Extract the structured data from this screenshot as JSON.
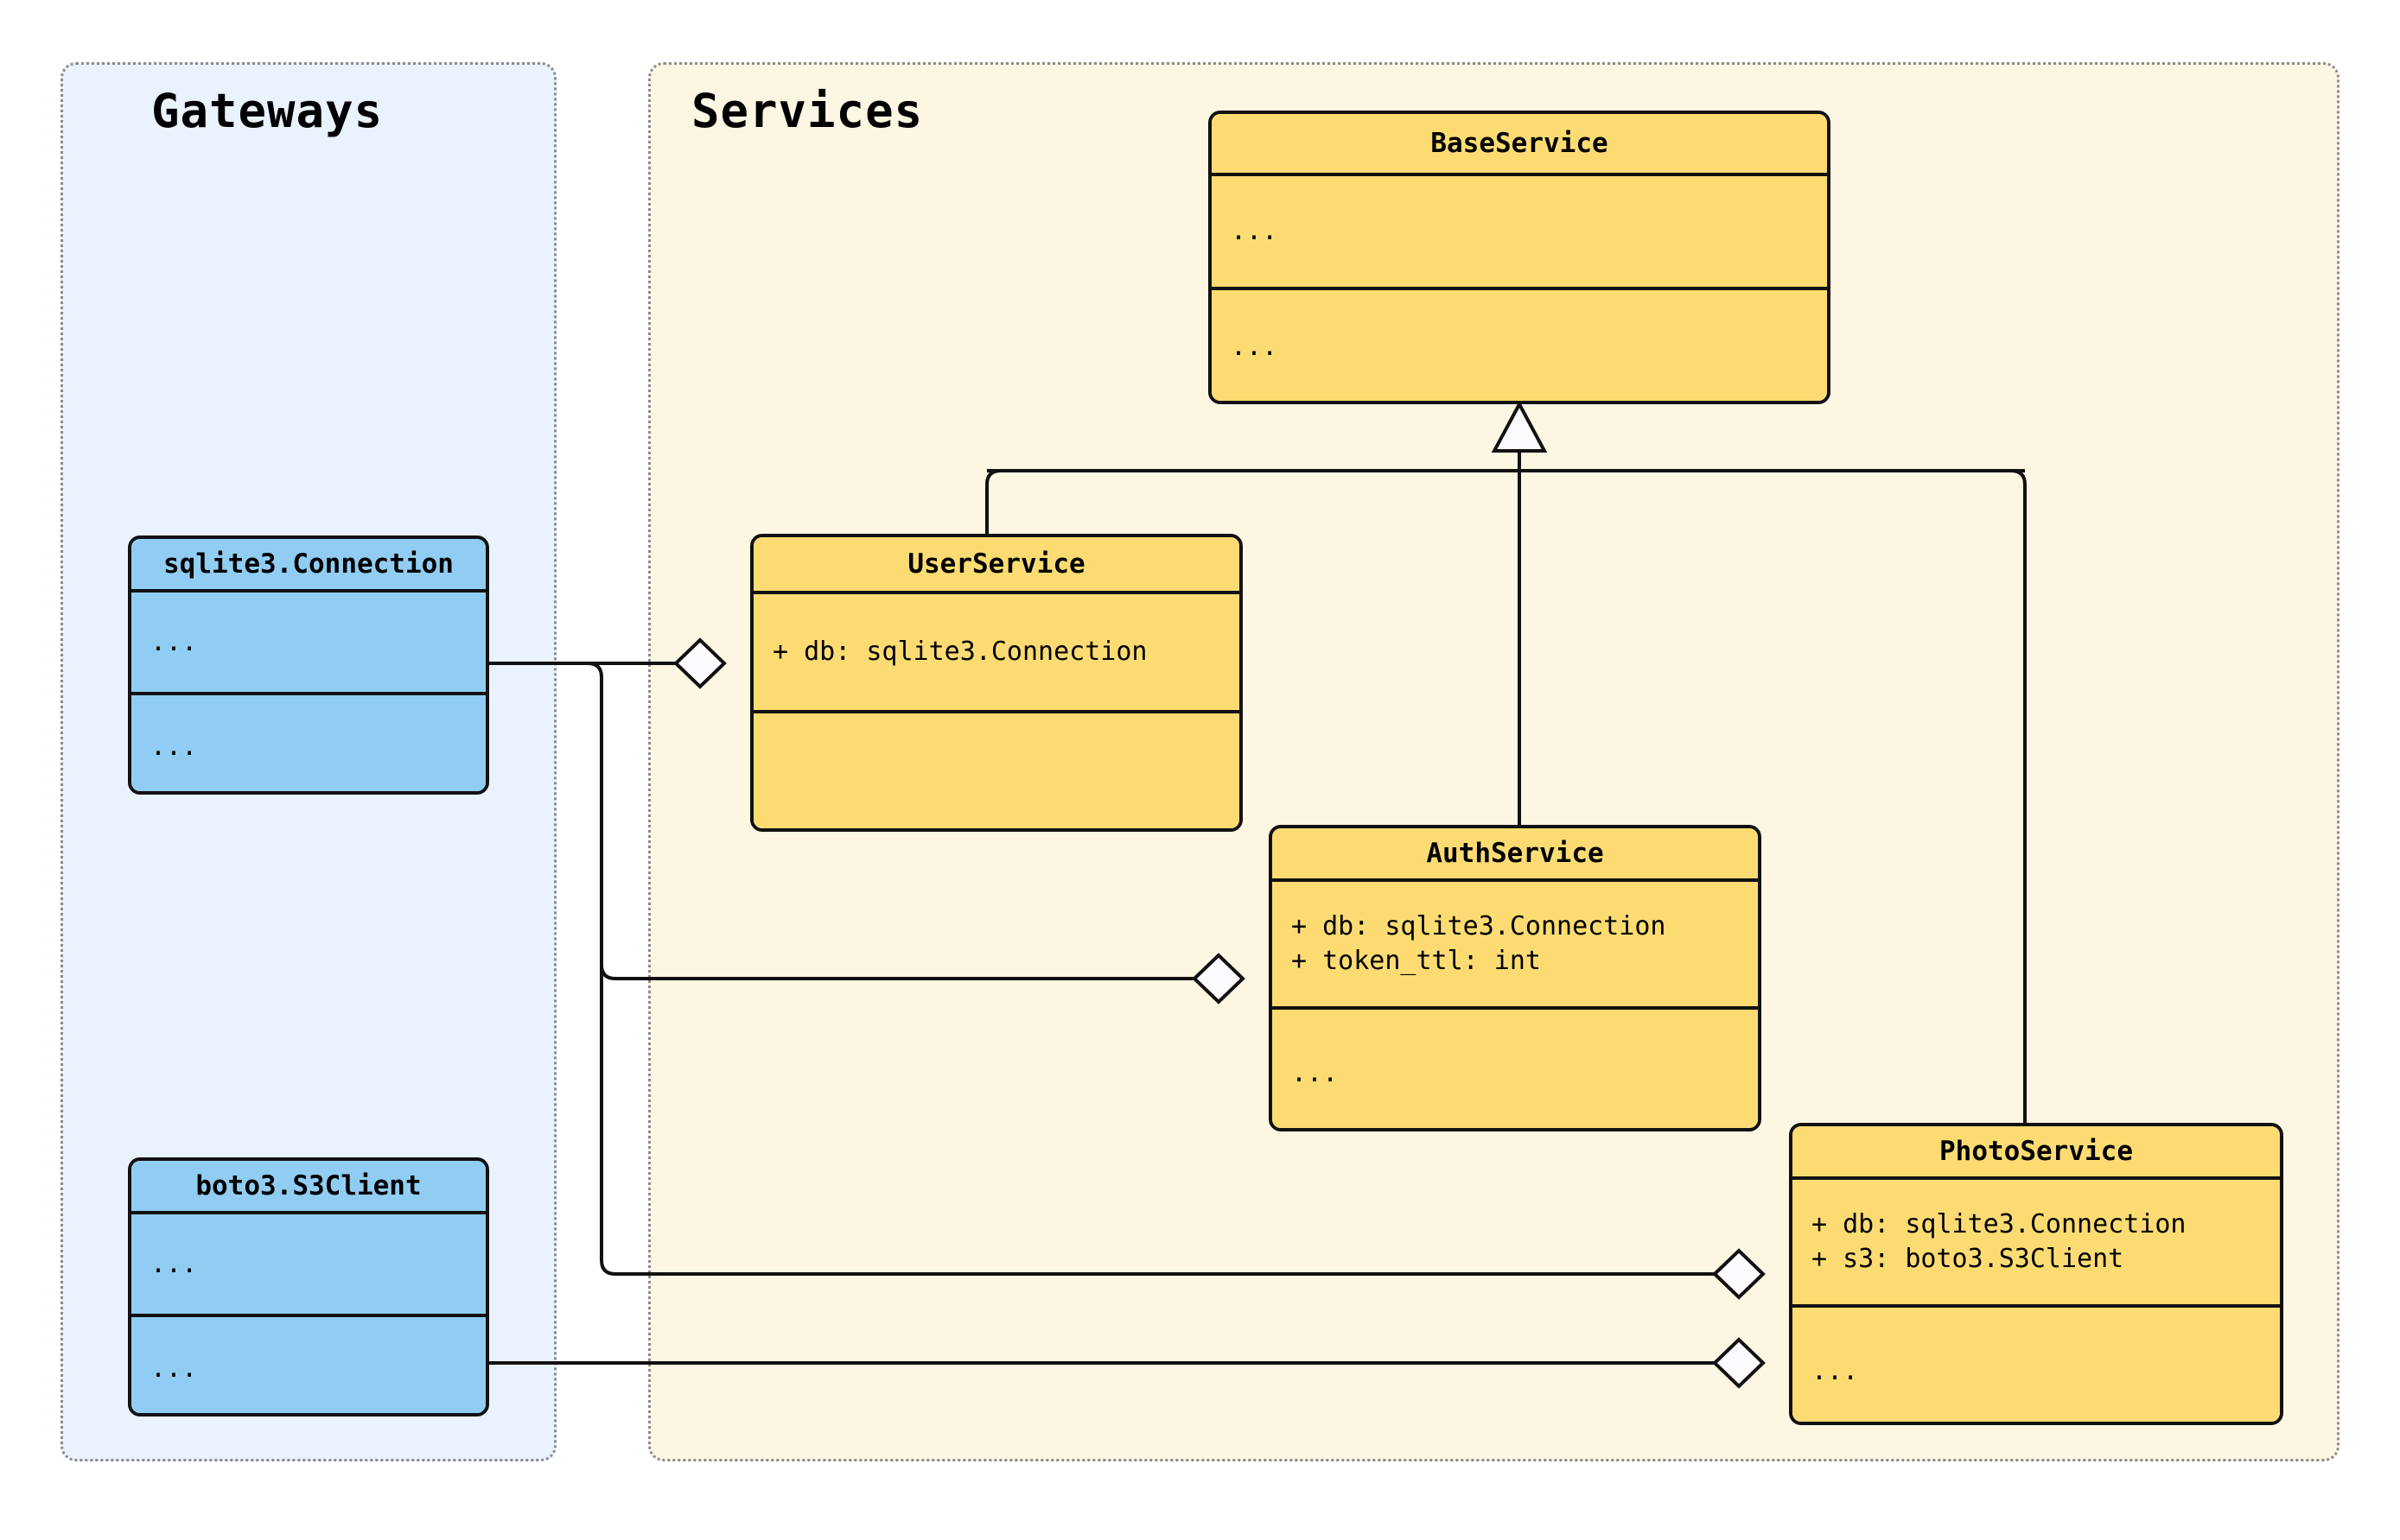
{
  "diagram": {
    "type": "uml-class-diagram",
    "packages": [
      {
        "id": "gateways",
        "title": "Gateways",
        "color": "#eaf2fd"
      },
      {
        "id": "services",
        "title": "Services",
        "color": "#fdf6e3"
      }
    ],
    "classes": [
      {
        "id": "baseservice",
        "name": "BaseService",
        "package": "services",
        "fill": "#fcdc72",
        "attributes": [
          "..."
        ],
        "methods": [
          "..."
        ]
      },
      {
        "id": "userservice",
        "name": "UserService",
        "package": "services",
        "fill": "#fcdc72",
        "attributes": [
          "+ db: sqlite3.Connection"
        ],
        "methods": [
          ""
        ]
      },
      {
        "id": "authservice",
        "name": "AuthService",
        "package": "services",
        "fill": "#fcdc72",
        "attributes": [
          "+ db: sqlite3.Connection",
          "+ token_ttl: int"
        ],
        "methods": [
          "..."
        ]
      },
      {
        "id": "photoservice",
        "name": "PhotoService",
        "package": "services",
        "fill": "#fcdc72",
        "attributes": [
          "+ db: sqlite3.Connection",
          "+ s3: boto3.S3Client"
        ],
        "methods": [
          "..."
        ]
      },
      {
        "id": "sqlite3connection",
        "name": "sqlite3.Connection",
        "package": "gateways",
        "fill": "#91cdf3",
        "attributes": [
          "..."
        ],
        "methods": [
          "..."
        ]
      },
      {
        "id": "boto3s3client",
        "name": "boto3.S3Client",
        "package": "gateways",
        "fill": "#91cdf3",
        "attributes": [
          "..."
        ],
        "methods": [
          "..."
        ]
      }
    ],
    "relationships": [
      {
        "kind": "generalization",
        "from": "UserService",
        "to": "BaseService"
      },
      {
        "kind": "generalization",
        "from": "AuthService",
        "to": "BaseService"
      },
      {
        "kind": "generalization",
        "from": "PhotoService",
        "to": "BaseService"
      },
      {
        "kind": "aggregation",
        "from": "sqlite3.Connection",
        "to": "UserService"
      },
      {
        "kind": "aggregation",
        "from": "sqlite3.Connection",
        "to": "AuthService"
      },
      {
        "kind": "aggregation",
        "from": "sqlite3.Connection",
        "to": "PhotoService"
      },
      {
        "kind": "aggregation",
        "from": "boto3.S3Client",
        "to": "PhotoService"
      }
    ]
  }
}
